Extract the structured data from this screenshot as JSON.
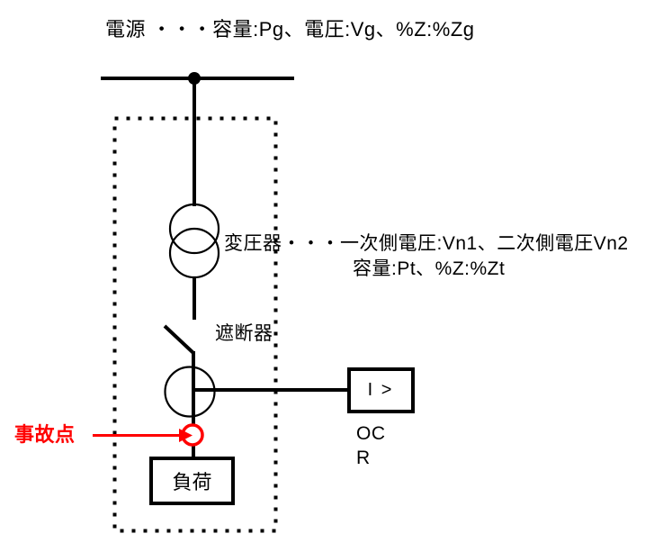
{
  "page": {
    "background": "#ffffff"
  },
  "colors": {
    "diagram_line": "#000000",
    "fault_accent": "#ff0000"
  },
  "labels": {
    "source": "電源 ・・・容量:Pg、電圧:Vg、%Z:%Zg",
    "transformer_line1": "変圧器・・・一次側電圧:Vn1、二次側電圧Vn2",
    "transformer_line2": "容量:Pt、%Z:%Zt",
    "breaker": "遮断器",
    "relay_element": "I >",
    "relay_type_line1": "OC",
    "relay_type_line2": "R",
    "load": "負荷",
    "fault_point": "事故点"
  }
}
